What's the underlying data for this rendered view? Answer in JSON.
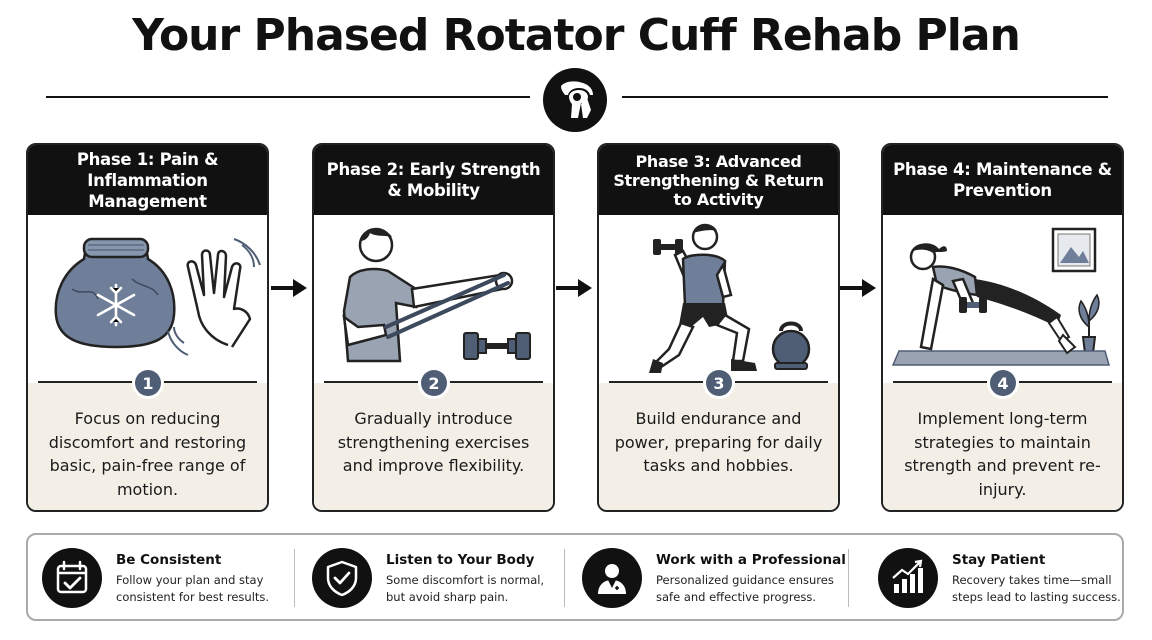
{
  "title": "Your Phased Rotator Cuff Rehab Plan",
  "header_icon": "shoulder-joint-icon",
  "accent_color": "#4f5e75",
  "phases": [
    {
      "heading": "Phase 1: Pain & Inflammation Management",
      "number": "1",
      "description": "Focus on reducing discomfort and restoring basic, pain-free range of motion.",
      "illustration": "ice-pack-and-hand"
    },
    {
      "heading": "Phase 2: Early Strength & Mobility",
      "number": "2",
      "description": "Gradually introduce strengthening exercises and improve flexibility.",
      "illustration": "resistance-band-and-dumbbell"
    },
    {
      "heading": "Phase 3: Advanced Strengthening & Return to Activity",
      "number": "3",
      "description": "Build endurance and power, preparing for daily tasks and hobbies.",
      "illustration": "lunge-with-dumbbell-and-kettlebell"
    },
    {
      "heading": "Phase 4: Maintenance & Prevention",
      "number": "4",
      "description": "Implement long-term strategies to maintain strength and prevent re-injury.",
      "illustration": "plank-row-on-mat"
    }
  ],
  "tips": [
    {
      "title": "Be Consistent",
      "text": "Follow your plan and stay consistent for best results.",
      "icon": "calendar-check-icon"
    },
    {
      "title": "Listen to Your Body",
      "text": "Some discomfort is normal, but avoid sharp pain.",
      "icon": "shield-check-icon"
    },
    {
      "title": "Work with a Professional",
      "text": "Personalized guidance ensures safe and effective progress.",
      "icon": "doctor-icon"
    },
    {
      "title": "Stay Patient",
      "text": "Recovery takes time—small steps lead to lasting success.",
      "icon": "growth-chart-icon"
    }
  ]
}
